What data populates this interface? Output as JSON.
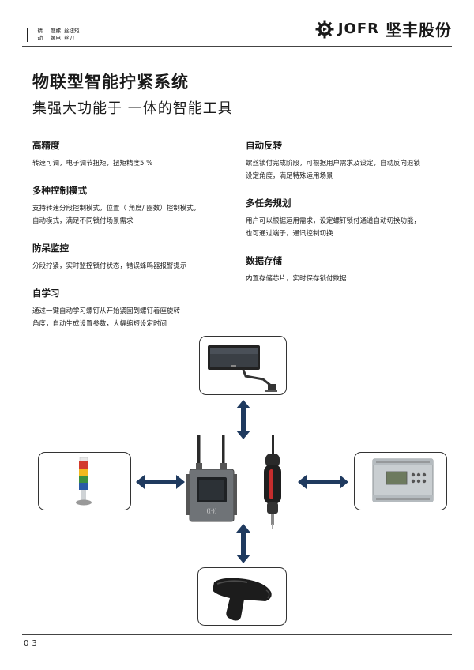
{
  "header": {
    "tags": [
      {
        "top": "精",
        "bottom": "动"
      },
      {
        "top": "度",
        "bottom": "螺"
      },
      {
        "top": "螺",
        "bottom": "电"
      },
      {
        "top": "丝扭矩",
        "bottom": "丝刀"
      }
    ],
    "logo_en": "JOFR",
    "logo_cn": "坚丰股份"
  },
  "title": "物联型智能拧紧系统",
  "subtitle": "集强大功能于 一体的智能工具",
  "features": [
    {
      "title": "高精度",
      "lines": [
        "转速可调，电子调节扭矩，扭矩精度5 %"
      ]
    },
    {
      "title": "多种控制模式",
      "lines": [
        "支持转速分段控制模式，位置（ 角度/  圈数）控制模式，",
        "自动模式，满足不同锁付场景需求"
      ]
    },
    {
      "title": "防呆监控",
      "lines": [
        "分段拧紧，实时监控锁付状态，错误蜂鸣器报警提示"
      ]
    },
    {
      "title": "自学习",
      "lines": [
        "通过一键自动学习螺钉从开始紧固到螺钉着座旋转",
        "角度，自动生成设置参数，大幅缩短设定时间"
      ]
    },
    {
      "title": "自动反转",
      "lines": [
        "螺丝锁付完成阶段，可根据用户需求及设定，自动反向退锁",
        "设定角度，满足特殊运用场景"
      ]
    },
    {
      "title": "多任务规划",
      "lines": [
        "用户可以根据运用需求，设定螺钉锁付通道自动切换功能，",
        "也可通过端子，通讯控制切换"
      ]
    },
    {
      "title": "数据存储",
      "lines": [
        "内置存储芯片，实时保存锁付数据"
      ]
    }
  ],
  "page_number": "03"
}
